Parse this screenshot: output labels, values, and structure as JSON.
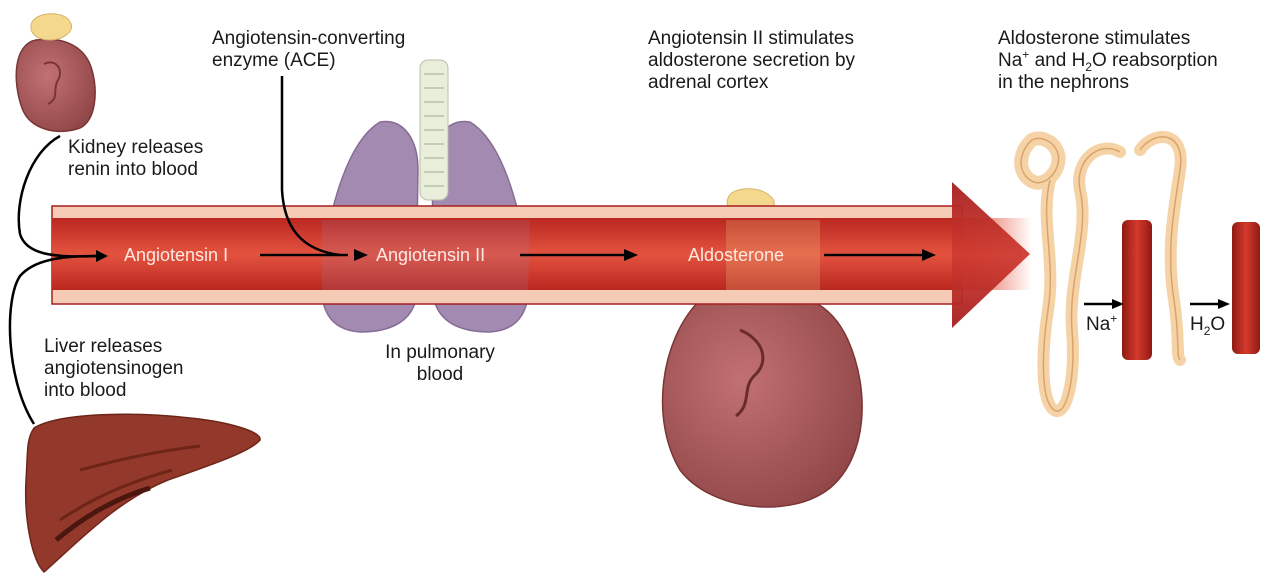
{
  "labels": {
    "kidney": [
      "Kidney releases",
      "renin into blood"
    ],
    "liver": [
      "Liver releases",
      "angiotensinogen",
      "into blood"
    ],
    "ace": [
      "Angiotensin-converting",
      "enzyme (ACE)"
    ],
    "pulmonary": [
      "In pulmonary",
      "blood"
    ],
    "adrenal": [
      "Angiotensin II stimulates",
      "aldosterone secretion by",
      "adrenal cortex"
    ],
    "nephron": {
      "line1": "Aldosterone stimulates",
      "na": "Na",
      "na_sup": "+",
      "and": " and H",
      "h_sub": "2",
      "reab": "O reabsorption",
      "line3": "in the nephrons"
    }
  },
  "flow": {
    "angiotensin1": "Angiotensin I",
    "angiotensin2": "Angiotensin II",
    "aldosterone": "Aldosterone"
  },
  "ions": {
    "na": "Na",
    "na_sup": "+",
    "h": "H",
    "h_sub": "2",
    "o": "O"
  },
  "colors": {
    "vessel_wall": "#f5cbb6",
    "vessel_core": "#d9433a",
    "vessel_edge": "#a51f1f",
    "kidney": "#a8585a",
    "liver": "#93392c",
    "lung": "#9a7ea8",
    "trachea": "#e8eed9",
    "adrenal": "#f3d88e",
    "nephron": "#f6d3a6",
    "capillary": "#b8271d"
  }
}
